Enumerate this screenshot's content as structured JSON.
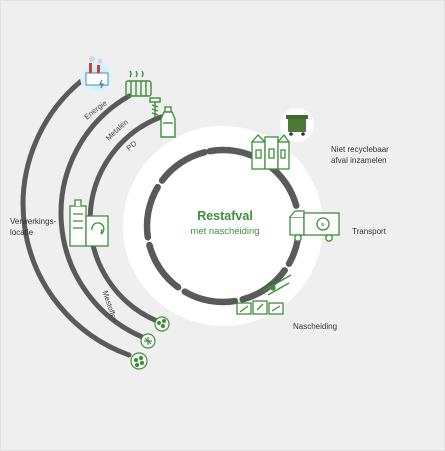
{
  "center": {
    "title": "Restafval",
    "subtitle": "met nascheiding"
  },
  "steps": {
    "collect": "Niet recyclebaar afval inzamelen",
    "transport": "Transport",
    "separation": "Nascheiding",
    "processing": "Verwerkings- locatie"
  },
  "arcs": {
    "energy": "Energie",
    "metals": "Metalen",
    "pd": "PD",
    "melt": "Mestoffen"
  },
  "colors": {
    "green": "#3e8f3a",
    "ring": "#5a5a5a",
    "background": "#efefef",
    "disc": "#ffffff"
  },
  "icons": {
    "bin": "wheelie-bin-icon",
    "containers": "waste-containers-icon",
    "truck": "garbage-truck-icon",
    "separation": "separation-machine-icon",
    "plant": "processing-plant-icon",
    "energy": "power-plant-icon",
    "metals": "radiator-icon",
    "pd": "screw-icon",
    "bottle": "bottle-icon",
    "residue": "granulate-icon",
    "fertilizer": "fertilizer-icon"
  }
}
